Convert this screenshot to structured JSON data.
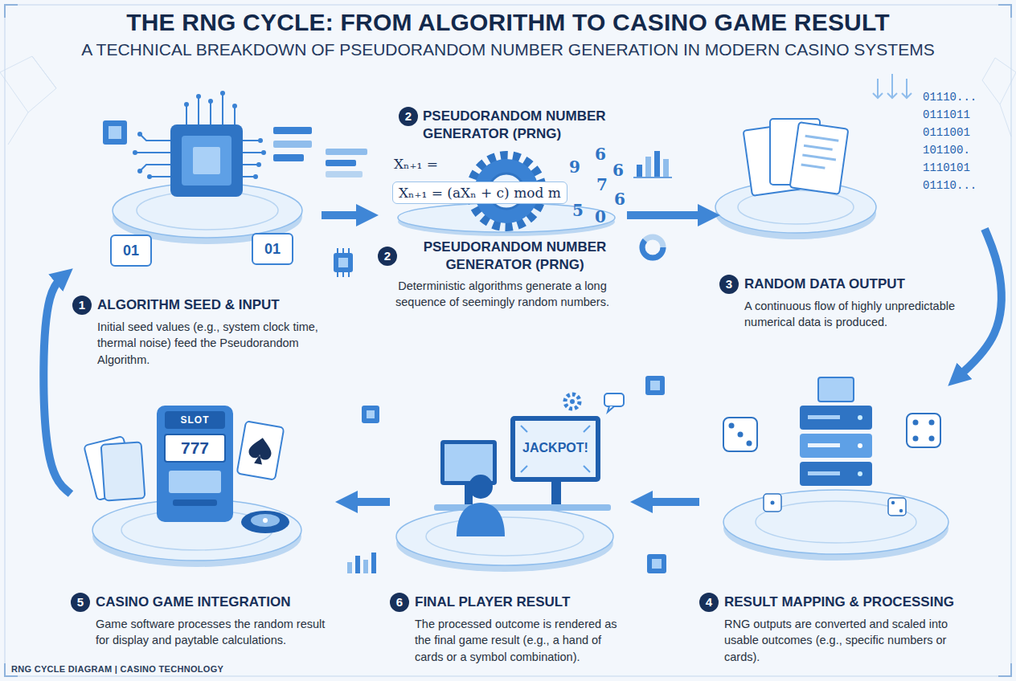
{
  "diagram": {
    "title": "THE RNG CYCLE: FROM ALGORITHM TO CASINO GAME RESULT",
    "caption": "A TECHNICAL BREAKDOWN OF PSEUDORANDOM NUMBER GENERATION IN MODERN CASINO SYSTEMS",
    "nodes": [
      {
        "text": [
          "1",
          "ALGORITHM SEED & INPUT",
          "Initial seed values (e.g., system clock time, thermal noise) feed the Pseudorandom Algorithm."
        ]
      },
      {
        "text": [
          "2",
          "PSEUDORANDOM NUMBER GENERATOR (PRNG)",
          "Deterministic algorithms generate a long sequence of seemingly random numbers."
        ]
      },
      {
        "text": [
          "3",
          "RANDOM DATA OUTPUT",
          "A continuous flow of highly unpredictable numerical data is produced."
        ]
      },
      {
        "text": [
          "4",
          "RESULT MAPPING & PROCESSING",
          "RNG outputs are converted and scaled into usable outcomes (e.g., specific numbers or cards)."
        ]
      },
      {
        "text": [
          "5",
          "CASINO GAME INTEGRATION",
          "Game software processes the random result for display and paytable calculations."
        ]
      },
      {
        "text": [
          "6",
          "FINAL PLAYER RESULT",
          "The processed outcome is rendered as the final game result (e.g., a hand of cards or a symbol combination)."
        ]
      }
    ],
    "edges": [
      {
        "from": 0,
        "to": 1,
        "arrow": "to"
      },
      {
        "from": 1,
        "to": 2,
        "arrow": "to"
      },
      {
        "from": 2,
        "to": 3,
        "arrow": "to"
      },
      {
        "from": 3,
        "to": 5,
        "arrow": "to"
      },
      {
        "from": 5,
        "to": 4,
        "arrow": "to"
      },
      {
        "from": 4,
        "to": 0,
        "arrow": "to"
      }
    ],
    "labels": [
      "2",
      "PSEUDORANDOM NUMBER GENERATOR (PRNG)",
      "Xₙ₊₁ =",
      "Xₙ₊₁ = (aXₙ + c) mod m",
      "6",
      "9",
      "6",
      "7",
      "6",
      "5",
      "0",
      "01110...",
      "0111011",
      "0111001",
      "101100.",
      "1110101",
      "01110...",
      "01",
      "01",
      "SLOT",
      "777",
      "JACKPOT!",
      "RNG CYCLE DIAGRAM | CASINO TECHNOLOGY"
    ]
  }
}
